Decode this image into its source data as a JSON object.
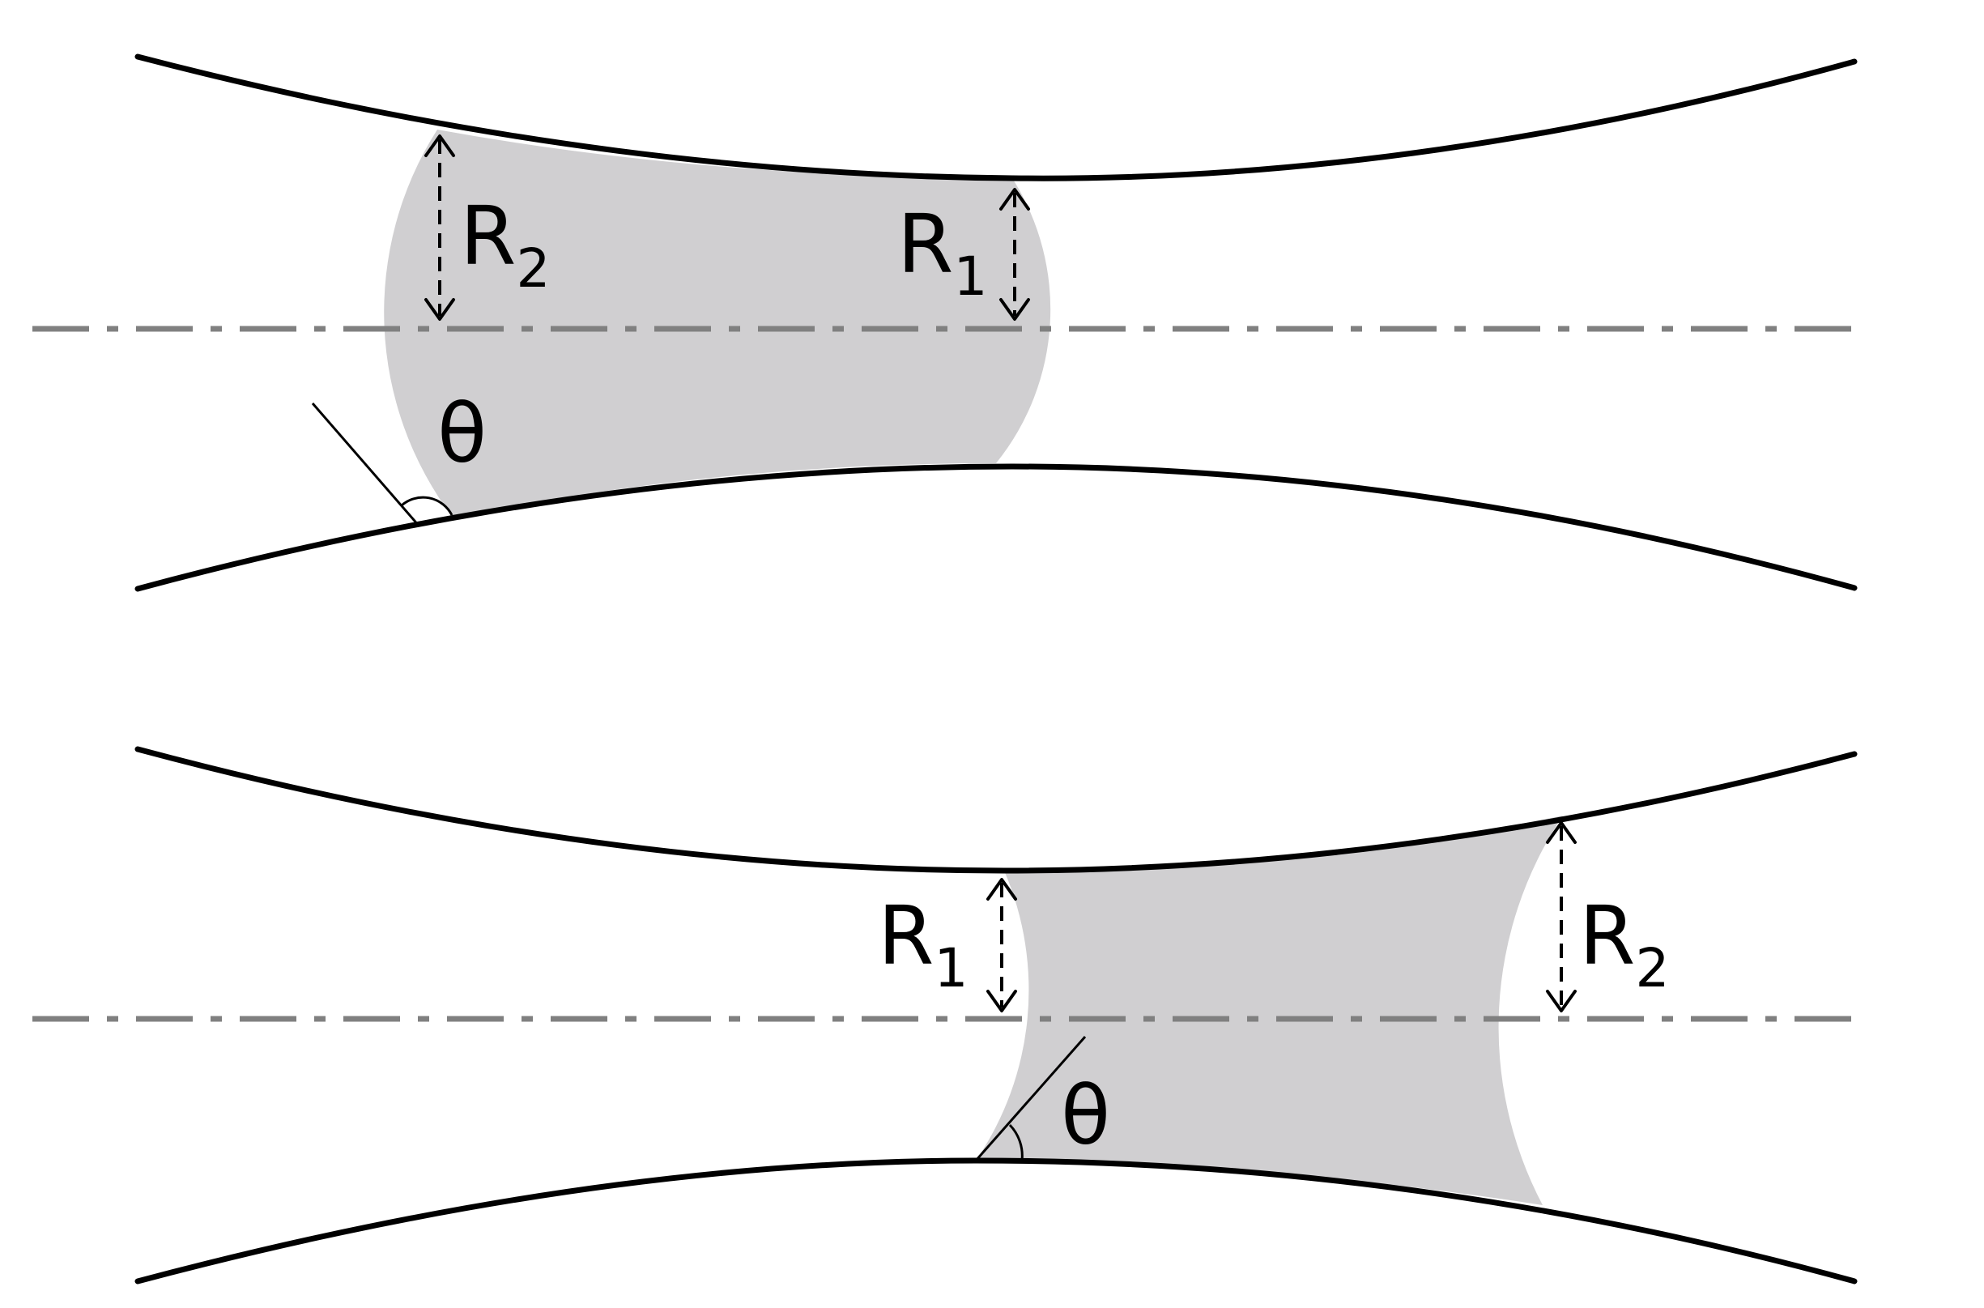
{
  "panels": [
    {
      "id": "top",
      "labels": {
        "r_large": "R",
        "r_large_sub": "2",
        "r_small": "R",
        "r_small_sub": "1",
        "angle": "θ"
      }
    },
    {
      "id": "bottom",
      "labels": {
        "r_large": "R",
        "r_large_sub": "2",
        "r_small": "R",
        "r_small_sub": "1",
        "angle": "θ"
      }
    }
  ],
  "colors": {
    "wall": "#000000",
    "axis": "#808080",
    "liquid": "#d0cfd1"
  }
}
